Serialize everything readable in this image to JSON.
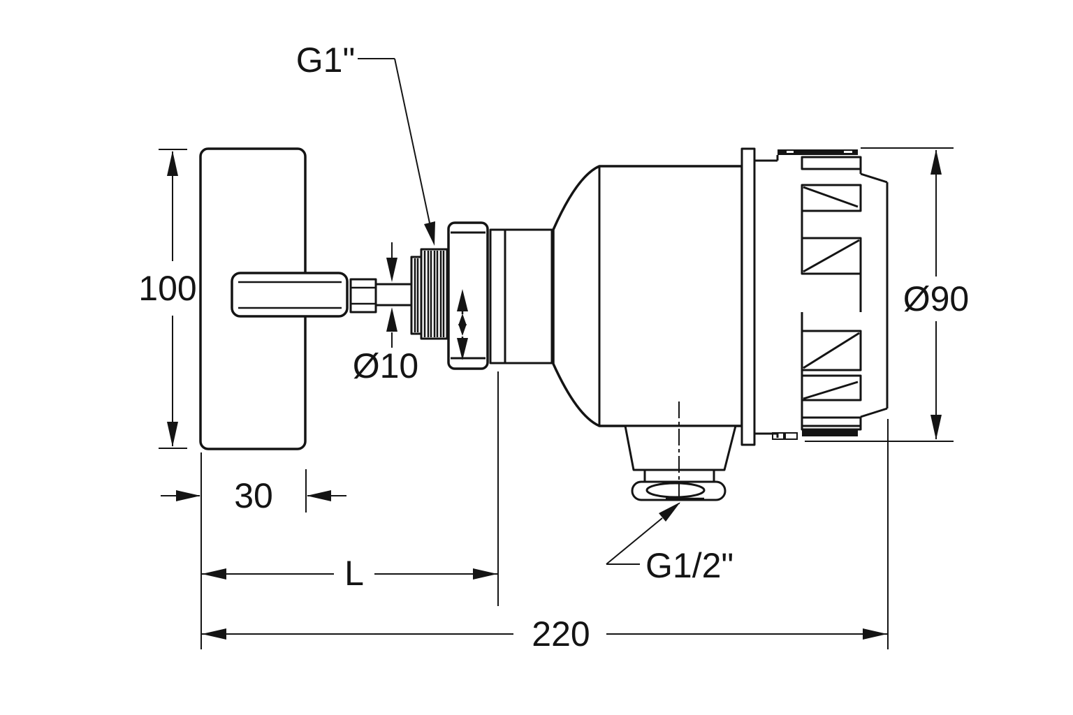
{
  "drawing": {
    "type": "technical-dimension-drawing",
    "subject": "vibrating level switch side view with mounting plate",
    "colors": {
      "line": "#141414",
      "background": "#ffffff"
    },
    "labels": {
      "thread_size_top": "G1\"",
      "plate_height": "100",
      "rod_diameter": "Ø10",
      "plate_width": "30",
      "insertion_length": "L",
      "total_length": "220",
      "cable_gland_size": "G1/2\"",
      "housing_diameter": "Ø90"
    }
  }
}
